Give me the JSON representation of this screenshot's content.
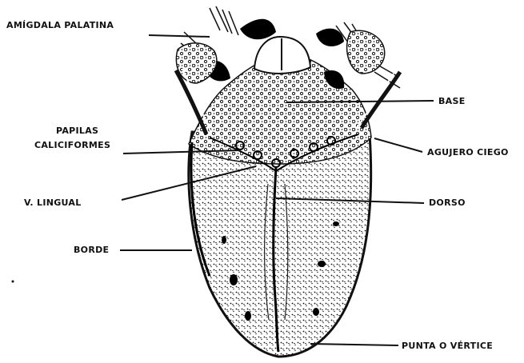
{
  "labels": {
    "amigdala": "AMÍGDALA PALATINA",
    "papilas_line1": "PAPILAS",
    "papilas_line2": "CALICIFORMES",
    "v_lingual": "V. LINGUAL",
    "borde": "BORDE",
    "base": "BASE",
    "agujero": "AGUJERO CIEGO",
    "dorso": "DORSO",
    "punta": "PUNTA O VÉRTICE"
  },
  "colors": {
    "ink": "#111111",
    "paper": "#ffffff"
  }
}
